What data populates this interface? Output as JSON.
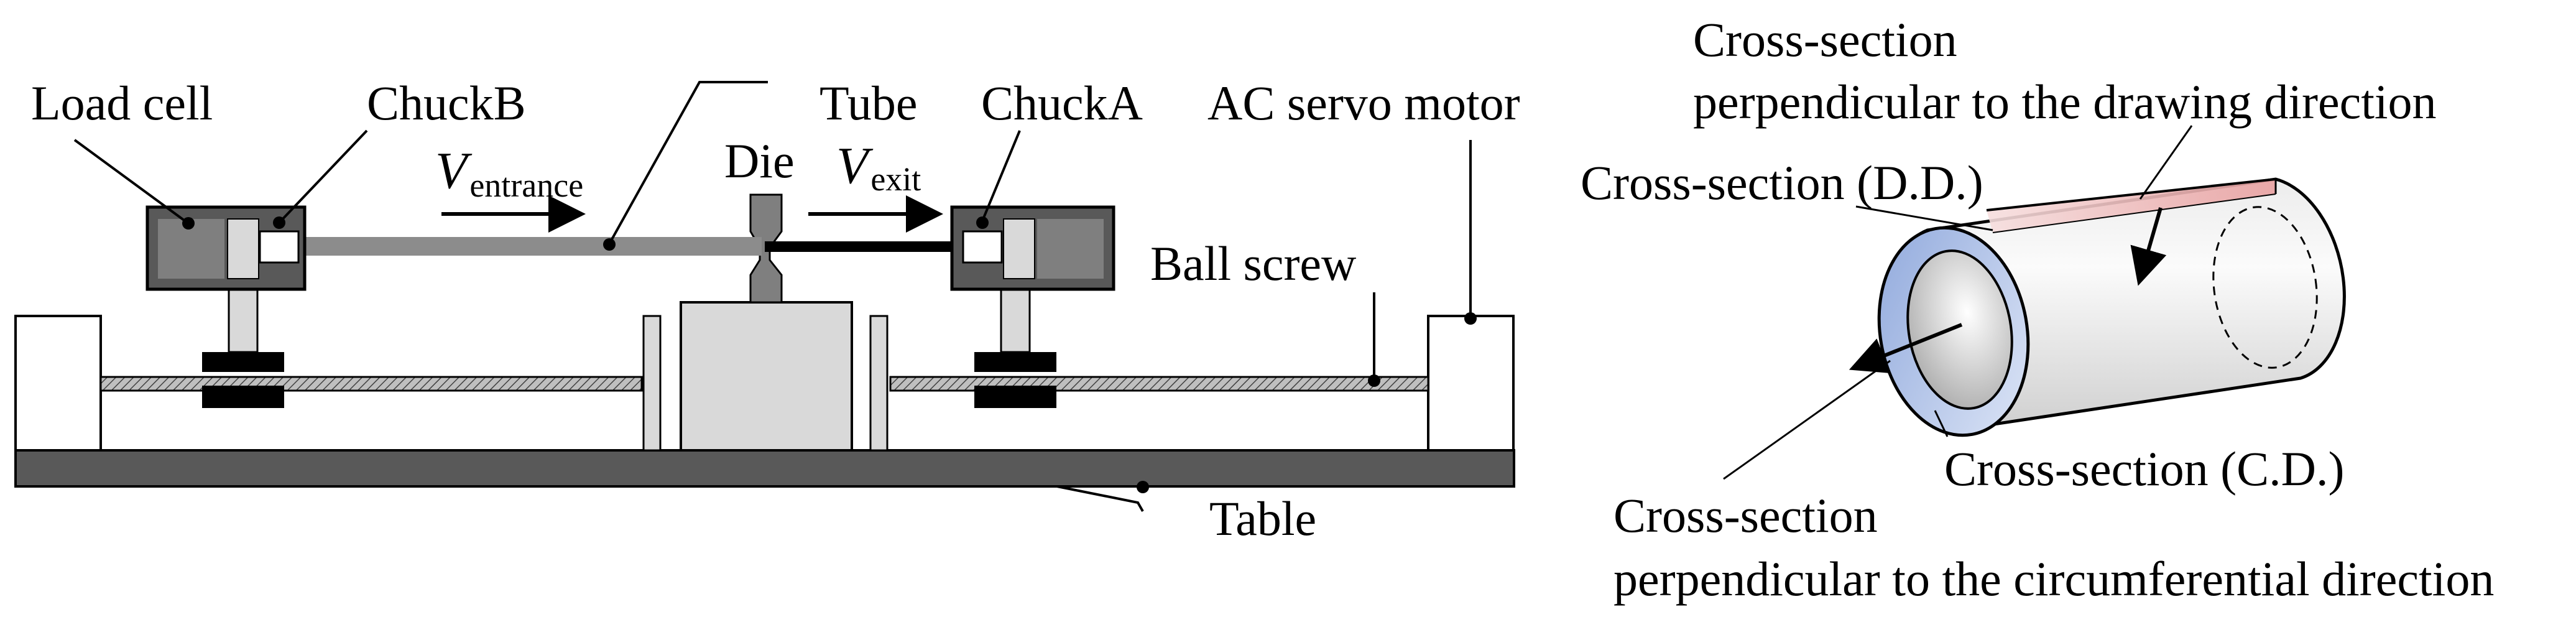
{
  "apparatus": {
    "labels": {
      "load_cell": "Load cell",
      "chuck_b": "ChuckB",
      "tube": "Tube",
      "chuck_a": "ChuckA",
      "ac_servo_motor": "AC servo motor",
      "die": "Die",
      "ball_screw": "Ball screw",
      "table": "Table"
    },
    "velocity_entrance": {
      "symbol": "V",
      "subscript": "entrance"
    },
    "velocity_exit": {
      "symbol": "V",
      "subscript": "exit"
    }
  },
  "tube_sections": {
    "perpendicular_drawing": [
      "Cross-section",
      "perpendicular to the drawing direction"
    ],
    "dd": "Cross-section (D.D.)",
    "cd": "Cross-section (C.D.)",
    "perpendicular_circumferential": [
      "Cross-section",
      "perpendicular to the circumferential direction"
    ]
  },
  "colors": {
    "table": "#595959",
    "chuck_body": "#7f7f7f",
    "tube_before": "#8c8c8c",
    "tube_after": "#000000",
    "support": "#d9d9d9",
    "dd_face": "#e8a0a0",
    "cd_face": "#9fb4e0"
  }
}
